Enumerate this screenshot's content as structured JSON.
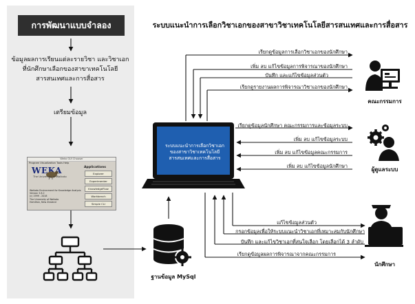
{
  "model": {
    "title": "การพัฒนาแบบจำลอง",
    "data_desc": "ข้อมูลผลการเรียนแต่ละรายวิชา และวิชาเอกที่นักศึกษาเลือกของสาขาเทคโนโลยีสารสนเทศและการสื่อสาร",
    "prep": "เตรียมข้อมูล"
  },
  "weka": {
    "window_title": "Weka GUI Chooser",
    "menu": "Program  Visualization  Tools  Help",
    "logo": "WEKA",
    "university": "The University of Waikato",
    "info": [
      "Waikato Environment for Knowledge Analysis",
      "Version 3.8.2",
      "(c) 1999 - 2018",
      "The University of Waikato",
      "Hamilton, New Zealand"
    ],
    "apps_label": "Applications",
    "buttons": [
      "Explorer",
      "Experimenter",
      "KnowledgeFlow",
      "Workbench",
      "Simple CLI"
    ]
  },
  "main_title": "ระบบแนะนำการเลือกวิชาเอกของสาขาวิชาเทคโนโลยีสารสนเทศและการสื่อสาร",
  "laptop_screen": "ระบบแนะนำการเลือกวิชาเอกของสาขาวิชาเทคโนโลยีสารสนเทศและการสื่อสาร",
  "database_label": "ฐานข้อมูล MySql",
  "roles": {
    "committee": "คณะกรรมการ",
    "admin": "ผู้ดูแลระบบ",
    "student": "นักศึกษา"
  },
  "committee_msgs": [
    "เรียกดูข้อมูลการเลือกวิชาเอกของนักศึกษา",
    "เพิ่ม ลบ แก้ไขข้อมูลการพิจารณาของนักศึกษา",
    "บันทึก และแก้ไขข้อมูลส่วนตัว",
    "เรียกดูรายงานผลการพิจารณาวิชาเอกของนักศึกษา"
  ],
  "admin_msgs": [
    "เรียกดูข้อมูลนักศึกษา คณะกรรมการและข้อมูลระบบ",
    "เพิ่ม ลบ แก้ไขข้อมูลระบบ",
    "เพิ่ม ลบ แก้ไขข้อมูลคณะกรรมการ",
    "เพิ่ม ลบ แก้ไขข้อมูลนักศึกษา"
  ],
  "student_msgs": [
    "แก้ไขข้อมูลส่วนตัว",
    "กรอกข้อมูลเพื่อให้ระบบแนะนำวิชาเอกที่เหมาะสมกับนักศึกษา",
    "บันทึก และแก้ไขวิชาเอกที่สนใจเลือก โดยเลือกได้ 3 ลำดับ",
    "เรียกดูข้อมูลผลการพิจารณาจากคณะกรรมการ"
  ],
  "colors": {
    "panel": "#ececec",
    "title_box": "#2f2f2f",
    "screen": "#1f5fb0",
    "icon": "#111111"
  }
}
